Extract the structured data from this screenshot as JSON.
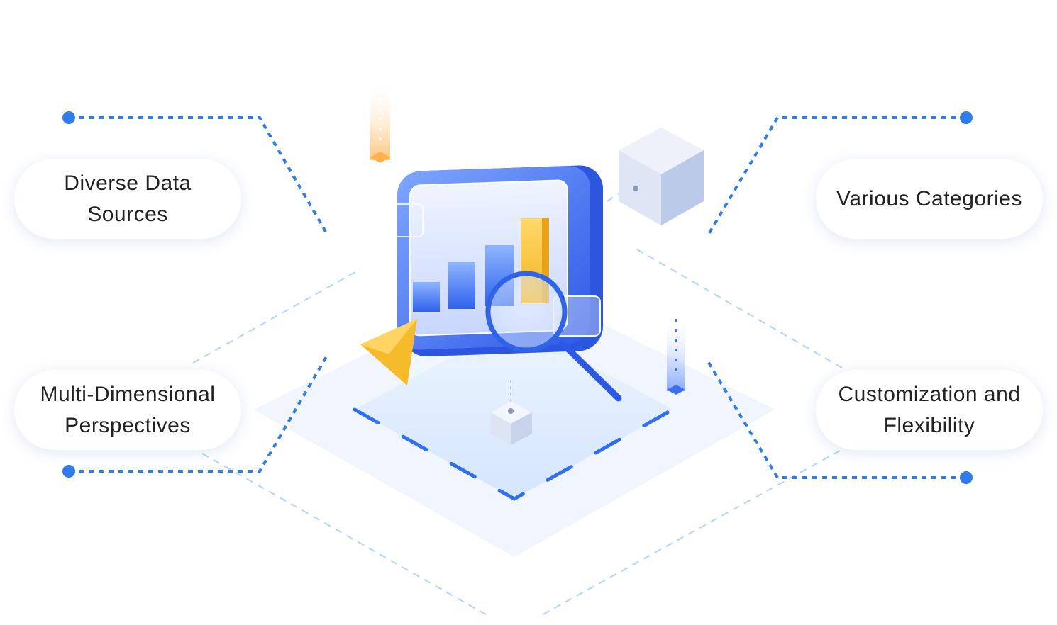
{
  "features": {
    "top_left": "Diverse Data\nSources",
    "top_right": "Various Categories",
    "bottom_left": "Multi-Dimensional\nPerspectives",
    "bottom_right": "Customization and\nFlexibility"
  },
  "colors": {
    "connector": "#2f7cf0",
    "dot": "#2f7cf0",
    "platform": "#e6f0fd",
    "bar_blue": "#3b74ef",
    "bar_gold": "#f7c23a",
    "cursor": "#f5b624"
  },
  "icons": [
    "bar-chart-icon",
    "magnifier-icon",
    "cursor-arrow-icon",
    "cube-icon",
    "marker-pillar-icon"
  ]
}
